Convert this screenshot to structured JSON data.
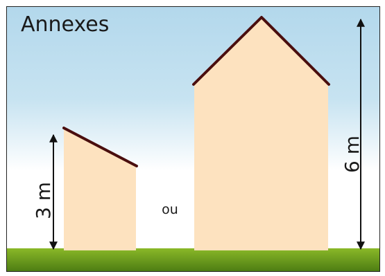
{
  "title": "Annexes",
  "separator": "ou",
  "small_annex": {
    "height_label": "3 m"
  },
  "large_annex": {
    "height_label": "6 m"
  },
  "colors": {
    "sky_top": "#b3d8ec",
    "wall": "#fde2bf",
    "roof": "#4a0e0e",
    "ground_top": "#8ab828",
    "ground_bottom": "#4a7a12",
    "arrow": "#111111"
  }
}
